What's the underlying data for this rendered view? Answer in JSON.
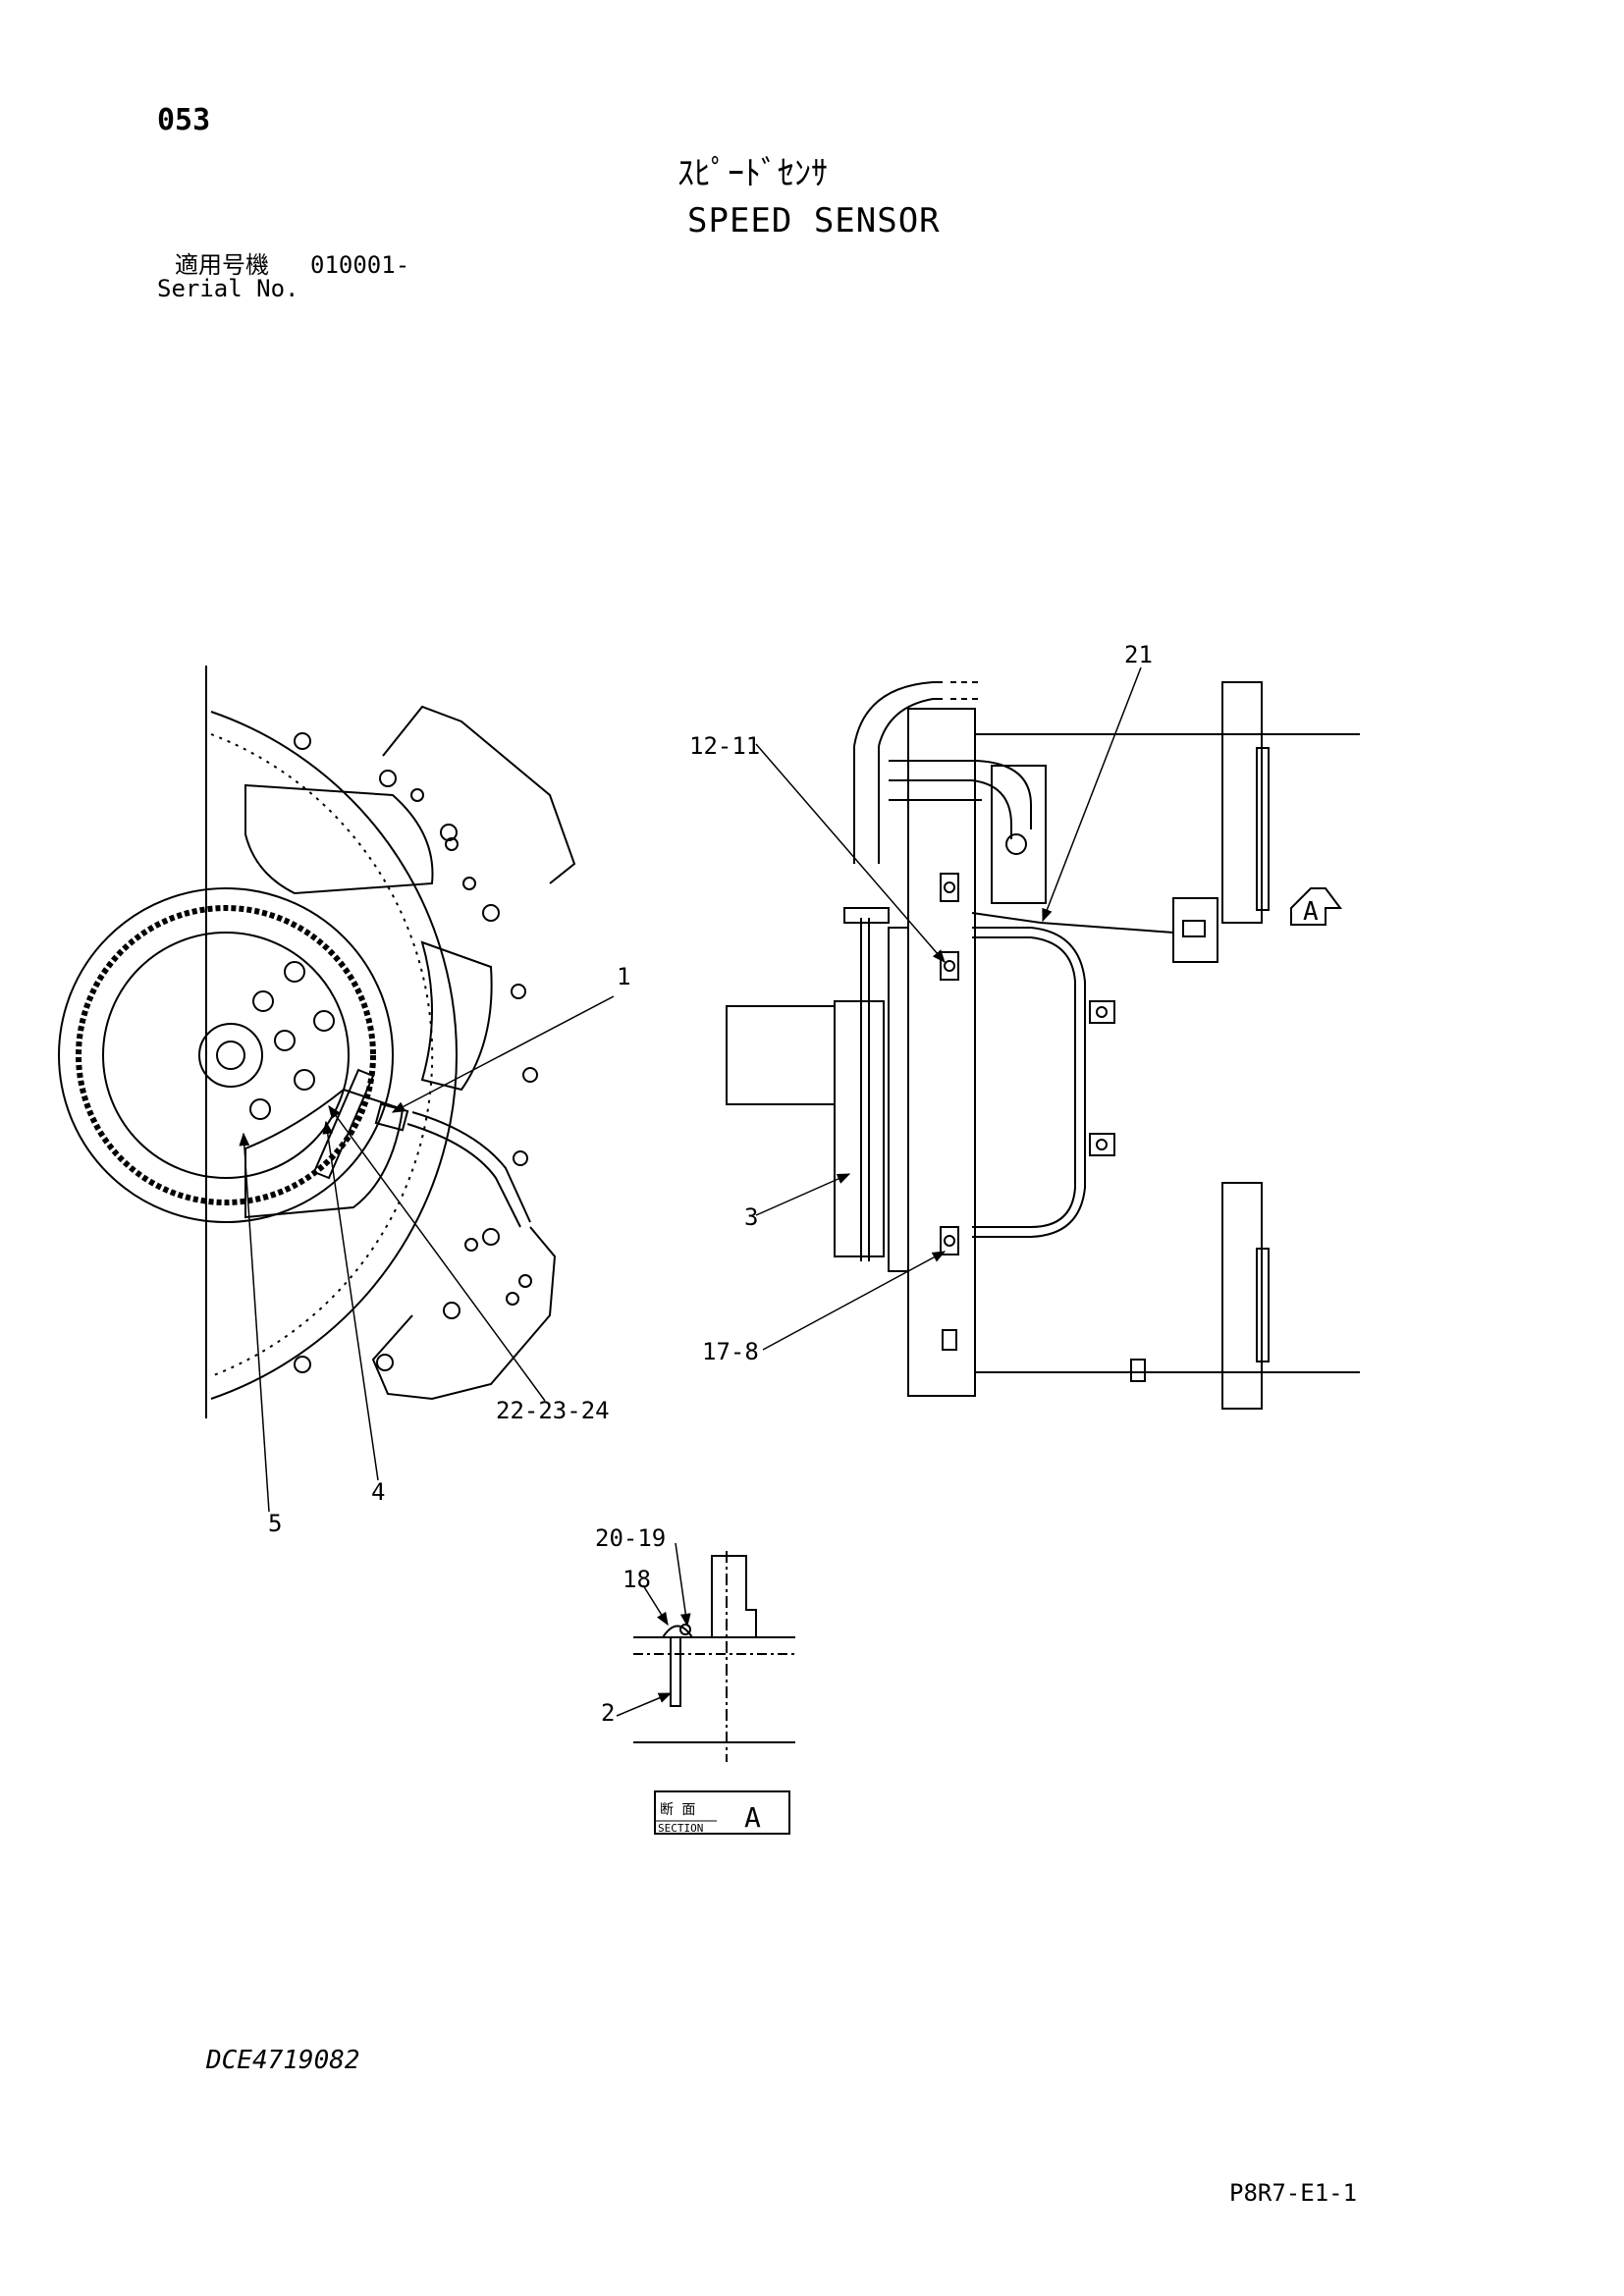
{
  "header": {
    "page_number": "053",
    "title_jp": "ｽﾋﾟｰﾄﾞｾﾝｻ",
    "title_en": "SPEED SENSOR",
    "serial_label_jp": "適用号機",
    "serial_value": "010001-",
    "serial_label_en": "Serial No."
  },
  "callouts": {
    "c1": "1",
    "c3": "3",
    "c4": "4",
    "c5": "5",
    "c17_8": "17-8",
    "c12_11": "12-11",
    "c21": "21",
    "c22_23_24": "22-23-24",
    "c20_19": "20-19",
    "c18": "18",
    "c2": "2"
  },
  "section_ref": "A",
  "section_label": {
    "jp": "断 面",
    "en": "SECTION",
    "letter": "A"
  },
  "footer": {
    "doc_code": "DCE4719082",
    "page_code": "P8R7-E1-1"
  }
}
